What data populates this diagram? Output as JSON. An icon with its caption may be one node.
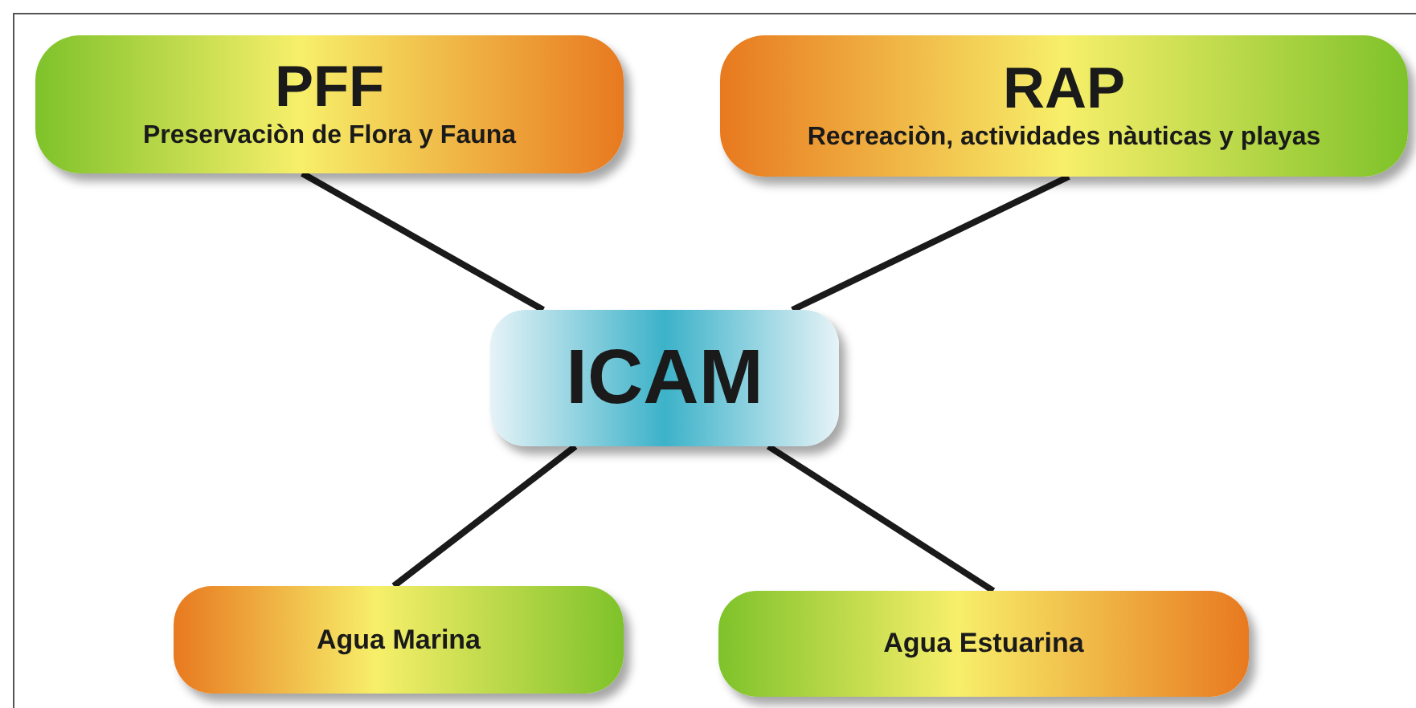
{
  "diagram": {
    "nodes": [
      {
        "text": [
          "PFF",
          "Preservaciòn de Flora y Fauna"
        ]
      },
      {
        "text": [
          "RAP",
          "Recreaciòn, actividades nàuticas y playas"
        ]
      },
      {
        "text": [
          "ICAM"
        ]
      },
      {
        "text": [
          "Agua Marina"
        ]
      },
      {
        "text": [
          "Agua Estuarina"
        ]
      }
    ],
    "edges": [
      {
        "from": 2,
        "to": 0,
        "arrow": "none"
      },
      {
        "from": 2,
        "to": 1,
        "arrow": "none"
      },
      {
        "from": 2,
        "to": 3,
        "arrow": "none"
      },
      {
        "from": 2,
        "to": 4,
        "arrow": "none"
      }
    ]
  }
}
